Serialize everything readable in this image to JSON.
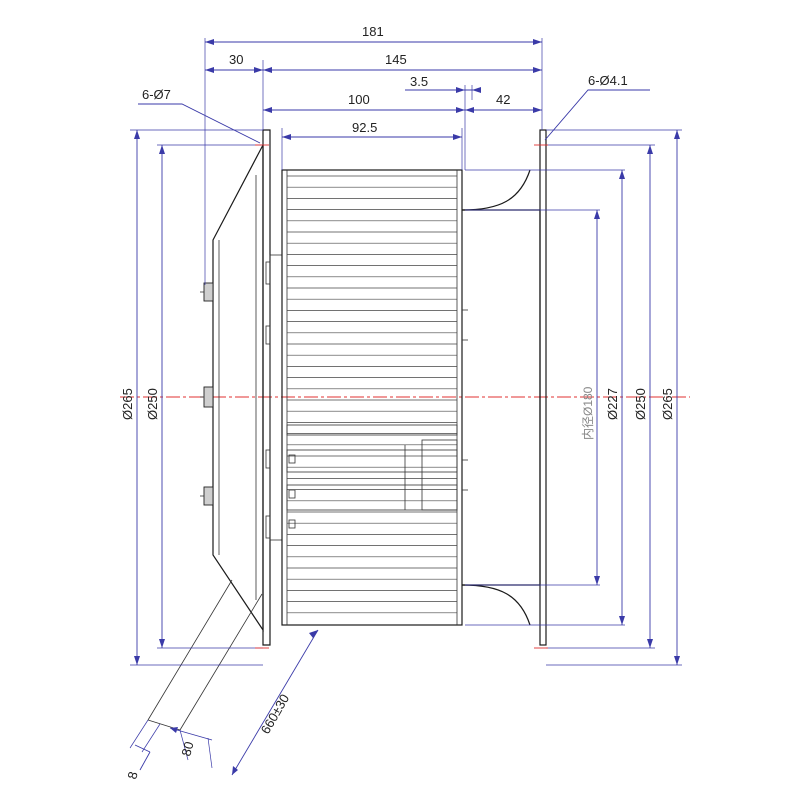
{
  "dimensions": {
    "overall_length": "181",
    "flange_depth": "30",
    "impeller_length": "145",
    "gap": "3.5",
    "length_100": "100",
    "inlet_depth": "42",
    "blade_length": "92.5",
    "flange_holes": "6-Ø7",
    "inlet_holes": "6-Ø4.1",
    "left_outer_dia": "Ø265",
    "left_inner_dia": "Ø250",
    "inner_dia": "内径Ø180",
    "dia_227": "Ø227",
    "right_inner_dia": "Ø250",
    "right_outer_dia": "Ø265",
    "cable_length": "660±30",
    "cable_80": "80",
    "cable_8": "8"
  },
  "colors": {
    "dimension": "#3a3aa8",
    "centerline": "#e03030",
    "object": "#1a1a1a"
  }
}
